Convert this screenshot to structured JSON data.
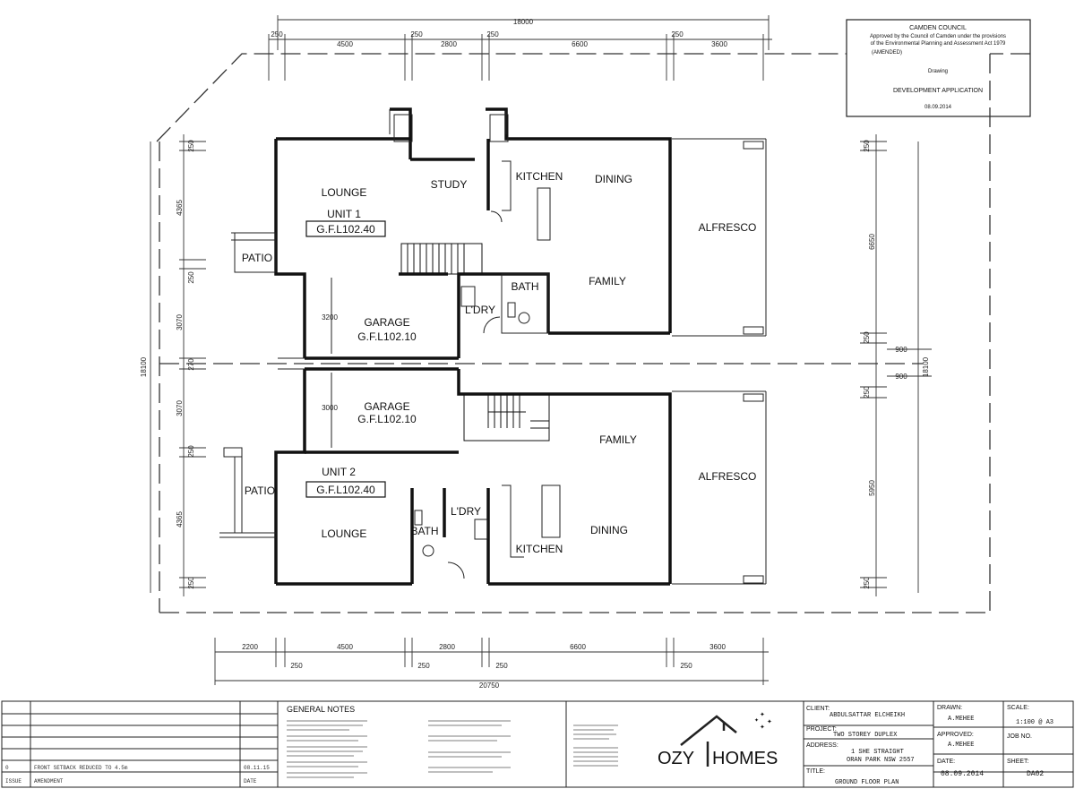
{
  "approval_stamp": {
    "line1": "CAMDEN COUNCIL",
    "line2": "Approved by the Council of Camden under the provisions",
    "line3": "of the Environmental Planning and Assessment Act 1979",
    "line4": "(AMENDED)",
    "line5": "Drawing",
    "line6": "DEVELOPMENT APPLICATION",
    "line7": "08.09.2014"
  },
  "rooms": {
    "u1_lounge": "LOUNGE",
    "u1_study": "STUDY",
    "u1_kitchen": "KITCHEN",
    "u1_dining": "DINING",
    "u1_family": "FAMILY",
    "u1_alfresco": "ALFRESCO",
    "u1_patio": "PATIO",
    "u1_bath": "BATH",
    "u1_ldry": "L'DRY",
    "u1_garage": "GARAGE",
    "u1_garage_level": "G.F.L102.10",
    "u1_unit": "UNIT 1",
    "u1_level": "G.F.L102.40",
    "u2_garage": "GARAGE",
    "u2_garage_level": "G.F.L102.10",
    "u2_family": "FAMILY",
    "u2_alfresco": "ALFRESCO",
    "u2_unit": "UNIT 2",
    "u2_level": "G.F.L102.40",
    "u2_patio": "PATIO",
    "u2_lounge": "LOUNGE",
    "u2_bath": "BATH",
    "u2_ldry": "L'DRY",
    "u2_kitchen": "KITCHEN",
    "u2_dining": "DINING"
  },
  "dimensions": {
    "top_total": "18000",
    "top_segments": [
      "250",
      "4500",
      "250",
      "2800",
      "250",
      "6600",
      "250",
      "3600"
    ],
    "bottom_segments": [
      "2200",
      "4500",
      "2800",
      "6600",
      "3600"
    ],
    "bottom_small": [
      "250",
      "250",
      "250",
      "250"
    ],
    "bottom_total": "20750",
    "left_total": "18100",
    "left_segments": [
      "250",
      "4365",
      "250",
      "3070",
      "270",
      "3070",
      "250",
      "4365",
      "250"
    ],
    "right_total": "18100",
    "right_upper": "6650",
    "right_lower": "5950",
    "right_small": [
      "250",
      "250",
      "250",
      "250"
    ],
    "right_900_a": "900",
    "right_900_b": "900",
    "garage_width": "3200",
    "garage_width_2": "3000"
  },
  "general_notes": {
    "title": "GENERAL NOTES"
  },
  "revisions": [
    {
      "no": "0",
      "desc": "FRONT SETBACK REDUCED TO 4.5m",
      "date": "08.11.15"
    },
    {
      "no": "ISSUE",
      "desc": "AMENDMENT",
      "date": "DATE"
    }
  ],
  "company": {
    "logo_left": "OZY",
    "logo_right": "HOMES"
  },
  "title_block": {
    "client_label": "CLIENT:",
    "client_value": "ABDULSATTAR ELCHEIKH",
    "project_label": "PROJECT:",
    "project_value": "TWO STOREY DUPLEX",
    "address_label": "ADDRESS:",
    "address_line1": "1 SHE STRAIGHT",
    "address_line2": "ORAN PARK NSW 2557",
    "title_label": "TITLE:",
    "title_value": "GROUND FLOOR PLAN",
    "drawn_label": "DRAWN:",
    "drawn_value": "A.MEHEE",
    "approved_label": "APPROVED:",
    "approved_value": "A.MEHEE",
    "date_label": "DATE:",
    "date_value": "08.09.2014",
    "scale_label": "SCALE:",
    "scale_value": "1:100 @ A3",
    "job_label": "JOB NO.",
    "sheet_label": "SHEET:",
    "sheet_value": "DA02"
  }
}
